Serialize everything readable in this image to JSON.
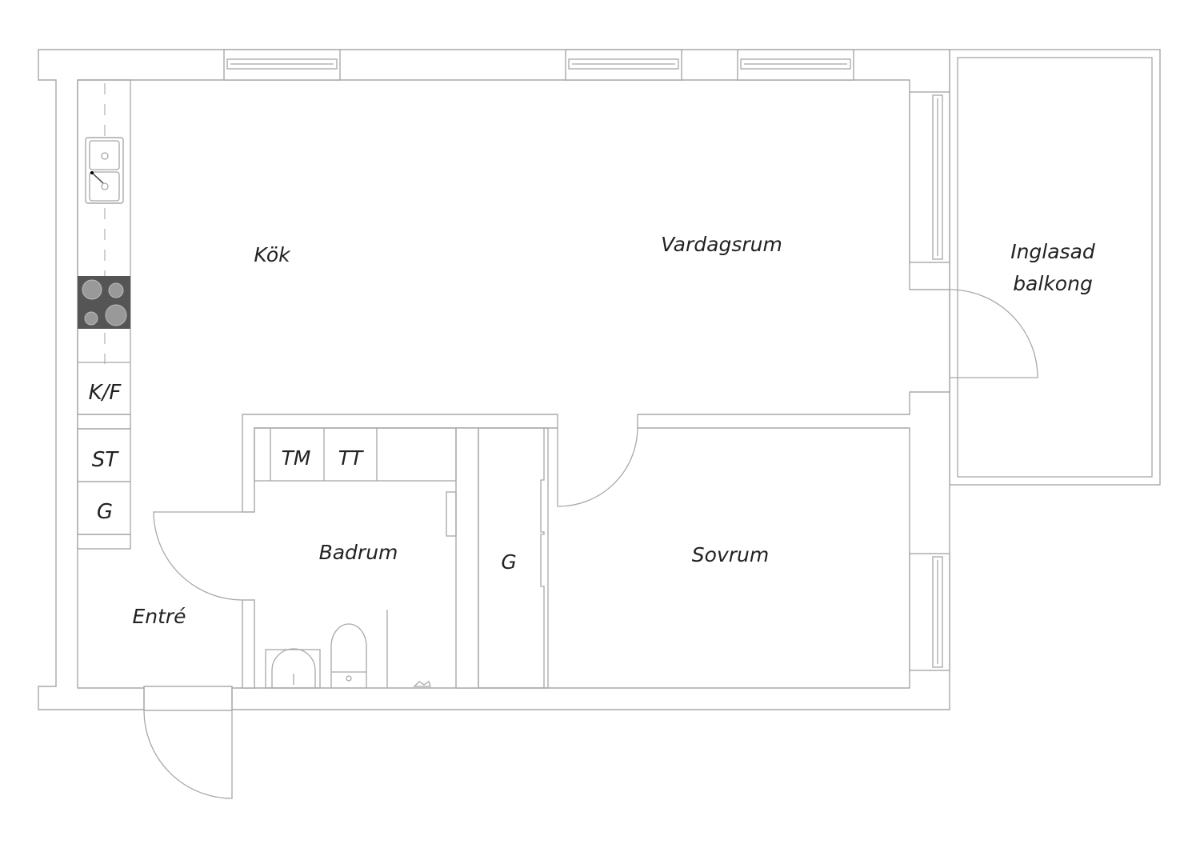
{
  "rooms": {
    "kitchen": "Kök",
    "living_room": "Vardagsrum",
    "balcony_line1": "Inglasad",
    "balcony_line2": "balkong",
    "bathroom": "Badrum",
    "bedroom": "Sovrum",
    "entrance": "Entré",
    "wardrobe_hall": "G"
  },
  "fixtures": {
    "fridge_freezer": "K/F",
    "storage": "ST",
    "wardrobe": "G",
    "washing_machine": "TM",
    "tumble_dryer": "TT"
  },
  "colors": {
    "line": "#a8a8a8",
    "stove": "#555555",
    "text": "#222222"
  }
}
